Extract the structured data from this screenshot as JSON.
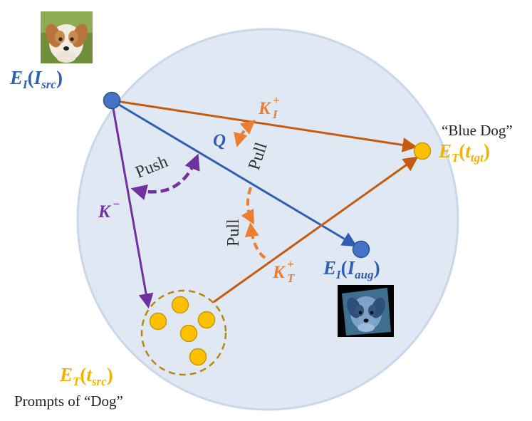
{
  "colors": {
    "sphere_fill": "#dfe8f3",
    "sphere_stroke": "#c9d7ea",
    "image_blue": "#2f5fb3",
    "node_blue": "#4472c4",
    "text_yellow": "#f2b200",
    "node_yellow": "#ffc000",
    "arrow_orange": "#c55a11",
    "pull_orange": "#ed7d31",
    "push_purple": "#7030a0",
    "dashed_circle": "#b8860b",
    "text_black": "#222222"
  },
  "icons": {
    "src_image": "puppy-photo",
    "aug_image": "blue-puppy-photo"
  },
  "labels": {
    "ei_src": {
      "main": "E",
      "sub1": "I",
      "paren_open": "(",
      "body": "I",
      "sub2": "src",
      "paren_close": ")"
    },
    "ei_aug": {
      "main": "E",
      "sub1": "I",
      "paren_open": "(",
      "body": "I",
      "sub2": "aug",
      "paren_close": ")"
    },
    "et_tgt": {
      "main": "E",
      "sub1": "T",
      "paren_open": "(",
      "body": "t",
      "sub2": "tgt",
      "paren_close": ")"
    },
    "et_src": {
      "main": "E",
      "sub1": "T",
      "paren_open": "(",
      "body": "t",
      "sub2": "src",
      "paren_close": ")"
    },
    "ki_plus": {
      "main": "K",
      "sup": "+",
      "sub": "I"
    },
    "kt_plus": {
      "main": "K",
      "sup": "+",
      "sub": "T"
    },
    "k_minus": {
      "main": "K",
      "sup": "−"
    },
    "q": "Q",
    "push": "Push",
    "pull_top": "Pull",
    "pull_bottom": "Pull",
    "blue_dog": "“Blue Dog”",
    "prompts_dog": "Prompts of “Dog”"
  }
}
